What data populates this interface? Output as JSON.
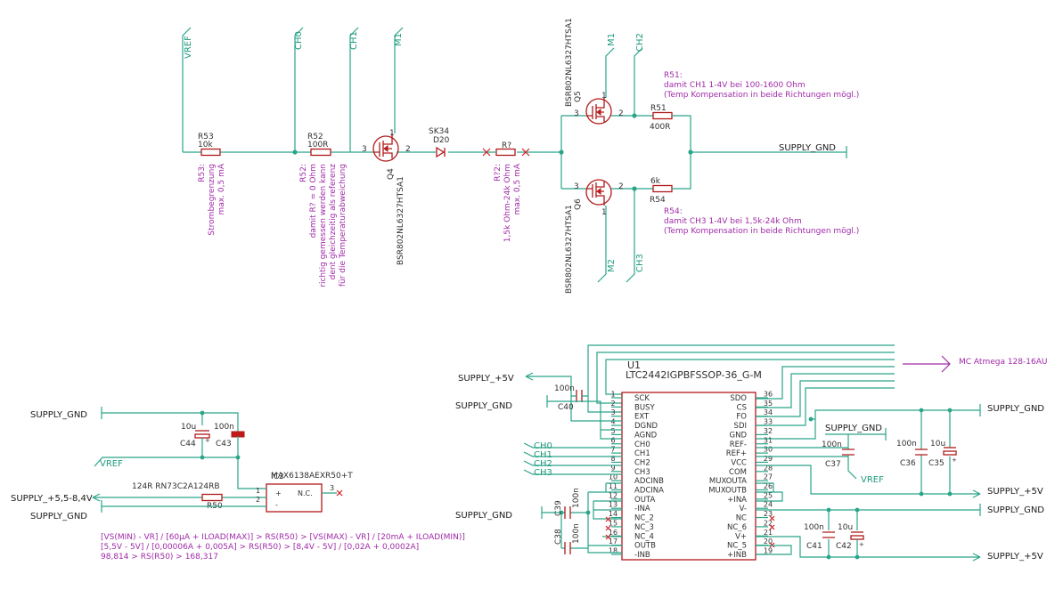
{
  "colors": {
    "wire": "#2aa58a",
    "symbol": "#b01a1a",
    "note": "#a02aa8",
    "text": "#303030"
  },
  "nets_top": {
    "vref": "VREF",
    "ch0": "CH0",
    "ch1": "CH1",
    "m1": "M1",
    "m1b": "M1",
    "ch2": "CH2",
    "m2": "M2",
    "ch3": "CH3",
    "supply_gnd": "SUPPLY_GND"
  },
  "top": {
    "r53": {
      "name": "R53",
      "value": "10k",
      "note_1": "R53:",
      "note_2": "Strombegrenzung",
      "note_3": "max. 0,5 mA"
    },
    "r52": {
      "name": "R52",
      "value": "100R",
      "note_1": "R52:",
      "note_2": "damit R? = 0 Ohm",
      "note_3": "richtig gemessen werden kann",
      "note_4": "dent gleichzeitig als referenz",
      "note_5": "für die Temperaturabweichung"
    },
    "q4": {
      "name": "Q4",
      "part": "BSR802NL6327HTSA1",
      "p1": "1",
      "p2": "2",
      "p3": "3"
    },
    "d20": {
      "part": "SK34",
      "name": "D20"
    },
    "rq": {
      "name": "R?",
      "note_1": "R?2:",
      "note_2": "1,5k Ohm-24k Ohm",
      "note_3": "max. 0,5 mA"
    },
    "q5": {
      "name": "Q5",
      "part": "BSR802NL6327HTSA1",
      "p1": "1",
      "p2": "2",
      "p3": "3"
    },
    "q6": {
      "name": "Q6",
      "part": "BSR802NL6327HTSA1",
      "p1": "1",
      "p2": "2",
      "p3": "3"
    },
    "r51": {
      "name": "R51",
      "value": "400R",
      "note_1": "R51:",
      "note_2": "damit CH1 1-4V bei 100-1600 Ohm",
      "note_3": "(Temp Kompensation in beide Richtungen mögl.)"
    },
    "r54": {
      "name": "R54",
      "value": "6k",
      "note_1": "R54:",
      "note_2": "damit CH3 1-4V bei 1,5k-24k Ohm",
      "note_3": "(Temp Kompensation in beide Richtungen mögl.)"
    }
  },
  "left": {
    "supply_gnd_1": "SUPPLY_GND",
    "vref": "VREF",
    "supply_range": "SUPPLY_+5,5-8,4V",
    "supply_gnd_2": "SUPPLY_GND",
    "c44": {
      "value": "10u",
      "name": "C44"
    },
    "c43": {
      "value": "100n",
      "name": "C43"
    },
    "r50": {
      "part": "124R RN73C2A124RB",
      "name": "R50"
    },
    "ic2": {
      "name": "IC2",
      "part": "MAX6138AEXR50+T",
      "plus": "+",
      "minus": "-",
      "nc": "N.C.",
      "p1": "1",
      "p2": "2",
      "p3": "3"
    },
    "formula_1": "[VS(MIN) - VR] / [60µA + ILOAD(MAX)] > RS(R50) > [VS(MAX) - VR] / [20mA + ILOAD(MIN)]",
    "formula_2": "[5,5V - 5V] / [0,00006A + 0,005A] > RS(R50) > [8,4V - 5V] / [0,02A + 0,0002A]",
    "formula_3": "98,814 > RS(R50) > 168,317"
  },
  "u1": {
    "name": "U1",
    "part": "LTC2442IGPBFSSOP-36_G-M",
    "left_pins": [
      {
        "num": "1",
        "name": "SCK"
      },
      {
        "num": "2",
        "name": "BUSY"
      },
      {
        "num": "3",
        "name": "EXT"
      },
      {
        "num": "4",
        "name": "DGND"
      },
      {
        "num": "5",
        "name": "AGND"
      },
      {
        "num": "6",
        "name": "CH0"
      },
      {
        "num": "7",
        "name": "CH1"
      },
      {
        "num": "8",
        "name": "CH2"
      },
      {
        "num": "9",
        "name": "CH3"
      },
      {
        "num": "10",
        "name": "ADCINB"
      },
      {
        "num": "11",
        "name": "ADCINA"
      },
      {
        "num": "12",
        "name": "OUTA"
      },
      {
        "num": "13",
        "name": "-INA"
      },
      {
        "num": "14",
        "name": "NC_2"
      },
      {
        "num": "15",
        "name": "NC_3"
      },
      {
        "num": "16",
        "name": "NC_4"
      },
      {
        "num": "17",
        "name": "OUTB"
      },
      {
        "num": "18",
        "name": "-INB"
      }
    ],
    "right_pins": [
      {
        "num": "36",
        "name": "SDO"
      },
      {
        "num": "35",
        "name": "CS"
      },
      {
        "num": "34",
        "name": "FO"
      },
      {
        "num": "33",
        "name": "SDI"
      },
      {
        "num": "32",
        "name": "GND"
      },
      {
        "num": "31",
        "name": "REF-"
      },
      {
        "num": "30",
        "name": "REF+"
      },
      {
        "num": "29",
        "name": "VCC"
      },
      {
        "num": "28",
        "name": "COM"
      },
      {
        "num": "27",
        "name": "MUXOUTA"
      },
      {
        "num": "26",
        "name": "MUXOUTB"
      },
      {
        "num": "25",
        "name": "+INA"
      },
      {
        "num": "24",
        "name": "V-"
      },
      {
        "num": "23",
        "name": "NC"
      },
      {
        "num": "22",
        "name": "NC_6"
      },
      {
        "num": "21",
        "name": "V+"
      },
      {
        "num": "20",
        "name": "NC_5"
      },
      {
        "num": "19",
        "name": "+INB"
      }
    ]
  },
  "u1_nets": {
    "supply_5v_tl": "SUPPLY_+5V",
    "supply_gnd_l1": "SUPPLY_GND",
    "supply_gnd_l2": "SUPPLY_GND",
    "ch0": "CH0",
    "ch1": "CH1",
    "ch2": "CH2",
    "ch3": "CH3",
    "mc": "MC Atmega 128-16AU",
    "supply_gnd_r1": "SUPPLY_GND",
    "supply_gnd_r2": "SUPPLY_GND",
    "supply_gnd_r3": "SUPPLY_GND",
    "vref": "VREF",
    "supply_5v_r1": "SUPPLY_+5V",
    "supply_5v_r2": "SUPPLY_+5V"
  },
  "u1_caps": {
    "c40": {
      "value": "100n",
      "name": "C40"
    },
    "c39": {
      "value": "100n",
      "name": "C39"
    },
    "c38": {
      "value": "100n",
      "name": "C38"
    },
    "c37": {
      "value": "100n",
      "name": "C37"
    },
    "c36": {
      "value": "100n",
      "name": "C36"
    },
    "c35": {
      "value": "10u",
      "name": "C35"
    },
    "c41": {
      "value": "100n",
      "name": "C41"
    },
    "c42": {
      "value": "10u",
      "name": "C42"
    }
  }
}
